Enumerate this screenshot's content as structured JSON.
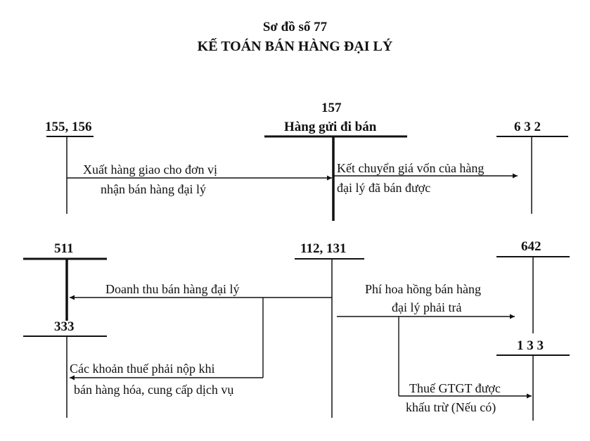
{
  "title": {
    "line1": "Sơ đồ số 77",
    "line2": "KẾ TOÁN BÁN HÀNG ĐẠI LÝ"
  },
  "accounts": {
    "a155_156": "155, 156",
    "a157_code": "157",
    "a157_name": "Hàng gửi đi bán",
    "a632": "6 3 2",
    "a511": "511",
    "a112_131": "112, 131",
    "a642": "642",
    "a333": "333",
    "a133": "1 3 3"
  },
  "flows": {
    "export_l1": "Xuất hàng giao cho đơn vị",
    "export_l2": "nhận bán hàng đại lý",
    "cogs_l1": "Kết chuyển giá vốn của hàng",
    "cogs_l2": "đại lý đã bán được",
    "revenue": "Doanh thu bán hàng đại lý",
    "commission_l1": "Phí hoa hồng bán hàng",
    "commission_l2": "đại lý phải trả",
    "tax_l1": "Các khoản thuế phải nộp khi",
    "tax_l2": "bán hàng hóa, cung cấp dịch vụ",
    "vat_l1": "Thuế GTGT được",
    "vat_l2": "khấu trừ (Nếu có)"
  }
}
